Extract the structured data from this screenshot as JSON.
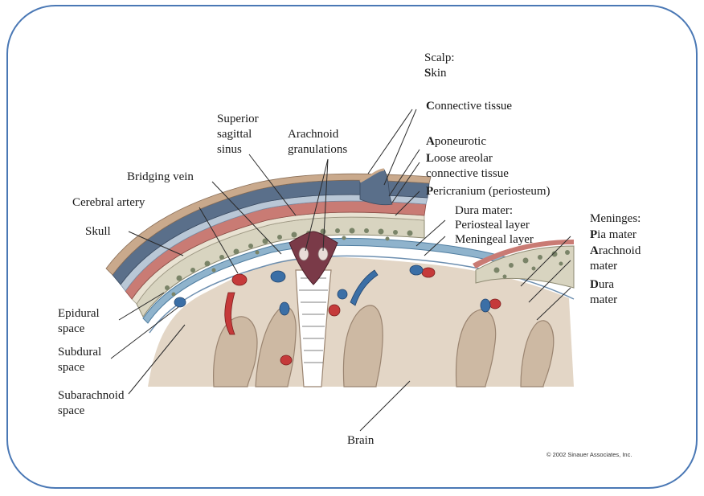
{
  "labels": {
    "scalp_heading": "Scalp:",
    "skin": {
      "initial": "S",
      "rest": "kin"
    },
    "connective": {
      "initial": "C",
      "rest": "onnective tissue"
    },
    "aponeurotic": {
      "initial": "A",
      "rest": "poneurotic"
    },
    "loose_1": {
      "initial": "L",
      "rest": "oose areolar"
    },
    "loose_2": "connective tissue",
    "pericranium": {
      "initial": "P",
      "rest": "ericranium (periosteum)"
    },
    "superior_1": "Superior",
    "superior_2": "sagittal",
    "superior_3": "sinus",
    "arachnoid_gran_1": "Arachnoid",
    "arachnoid_gran_2": "granulations",
    "bridging_vein": "Bridging vein",
    "cerebral_artery": "Cerebral artery",
    "skull": "Skull",
    "dura_heading": "Dura mater:",
    "periosteal_layer": "Periosteal layer",
    "meningeal_layer": "Meningeal layer",
    "meninges_heading": "Meninges:",
    "pia": {
      "initial": "P",
      "rest": "ia mater"
    },
    "arachnoid_1": {
      "initial": "A",
      "rest": "rachnoid"
    },
    "arachnoid_2": "mater",
    "dura_1": {
      "initial": "D",
      "rest": "ura"
    },
    "dura_2": "mater",
    "epidural_1": "Epidural",
    "epidural_2": "space",
    "subdural_1": "Subdural",
    "subdural_2": "space",
    "subarachnoid_1": "Subarachnoid",
    "subarachnoid_2": "space",
    "brain": "Brain",
    "copyright": "© 2002 Sinauer Associates, Inc."
  },
  "colors": {
    "frame_border": "#4a78b5",
    "skin": "#c9a98c",
    "connective": "#5a6f8a",
    "aponeurotic": "#b9c7d6",
    "loose": "#c97b74",
    "bone": "#d8d4c0",
    "bone_spots": "#7a8468",
    "dura": "#8fb3cc",
    "arachnoid": "#ffffff",
    "brain": "#e3d6c6",
    "brain_edge": "#9a8470",
    "artery": "#c53a3a",
    "vein": "#3b6fa6",
    "sinus": "#7a3a48"
  }
}
